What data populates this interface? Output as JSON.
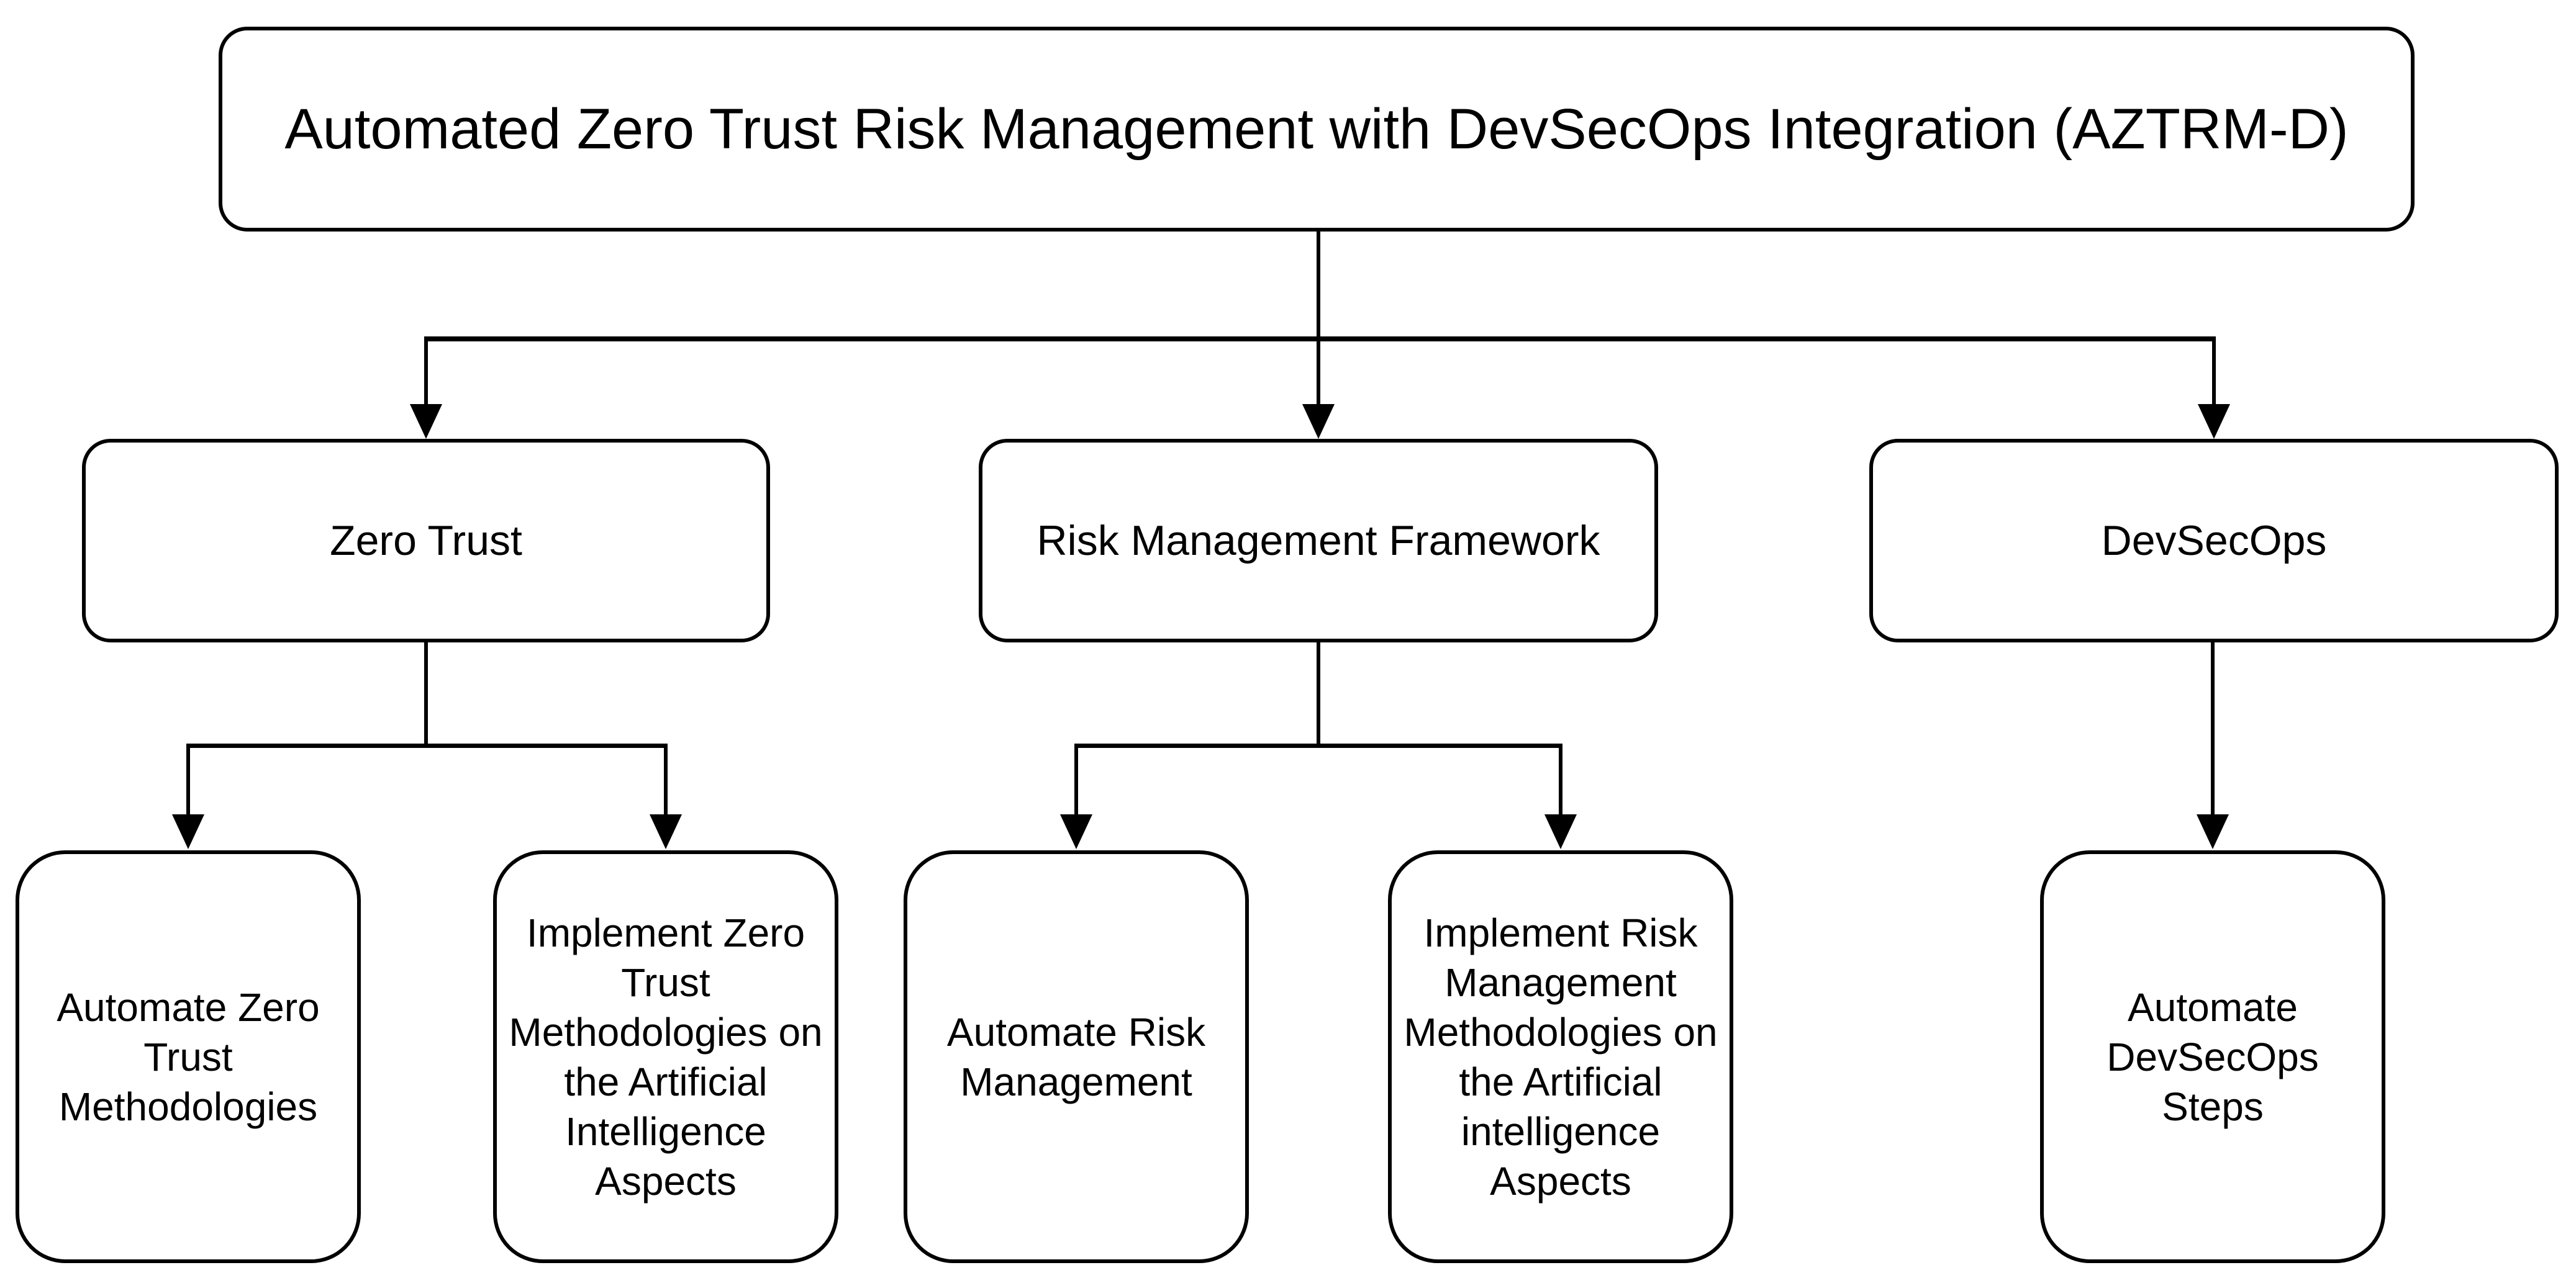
{
  "diagram": {
    "type": "tree-flowchart",
    "background_color": "#ffffff",
    "stroke_color": "#000000",
    "text_color": "#000000",
    "root": {
      "label": "Automated Zero Trust Risk Management with DevSecOps Integration (AZTRM-D)"
    },
    "branches": [
      {
        "id": "zero-trust",
        "label": "Zero Trust",
        "children": [
          {
            "label": "Automate Zero\nTrust\nMethodologies"
          },
          {
            "label": "Implement Zero\nTrust\nMethodologies on\nthe Artificial\nIntelligence\nAspects"
          }
        ]
      },
      {
        "id": "risk-management-framework",
        "label": "Risk Management Framework",
        "children": [
          {
            "label": "Automate Risk\nManagement"
          },
          {
            "label": "Implement Risk\nManagement\nMethodologies on\nthe Artificial\nintelligence\nAspects"
          }
        ]
      },
      {
        "id": "devsecops",
        "label": "DevSecOps",
        "children": [
          {
            "label": "Automate\nDevSecOps\nSteps"
          }
        ]
      }
    ]
  }
}
